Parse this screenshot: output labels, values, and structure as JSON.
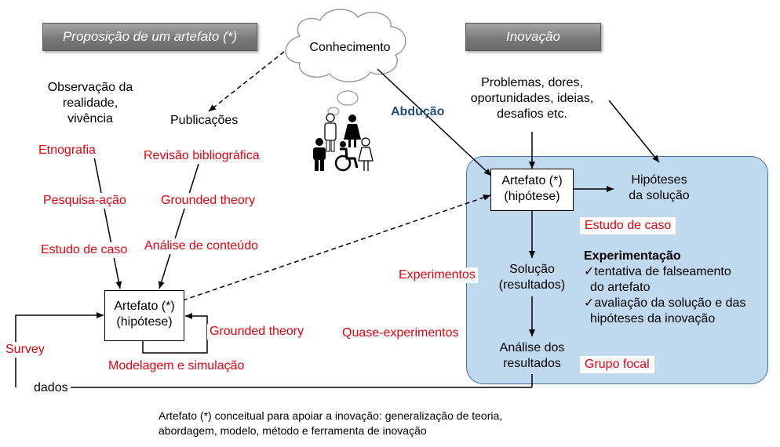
{
  "banners": {
    "left": "Proposição de um artefato (*)",
    "right": "Inovação"
  },
  "cloud": {
    "label": "Conhecimento"
  },
  "people_icon": "people-diversity-icon",
  "left": {
    "observation": [
      "Observação da",
      "realidade,",
      "vivência"
    ],
    "publications": "Publicações",
    "methods_obs": [
      "Etnografia",
      "Pesquisa-ação",
      "Estudo de caso"
    ],
    "methods_pub": [
      "Revisão bibliográfica",
      "Grounded theory",
      "Análise de conteúdo"
    ],
    "artifact": [
      "Artefato (*)",
      "(hipótese)"
    ],
    "survey": "Survey",
    "grounded_right": "Grounded theory",
    "modeling": "Modelagem e simulação",
    "dados": "dados"
  },
  "center": {
    "abduction": "Abdução",
    "experiments": "Experimentos",
    "quasi": "Quase-experimentos"
  },
  "right": {
    "problems": [
      "Problemas, dores,",
      "oportunidades, ideias,",
      "desafios etc."
    ],
    "artifact": [
      "Artefato (*)",
      "(hipótese)"
    ],
    "hypotheses": [
      "Hipóteses",
      "da solução"
    ],
    "case_study": "Estudo de caso",
    "solution": [
      "Solução",
      "(resultados)"
    ],
    "analysis": [
      "Análise dos",
      "resultados"
    ],
    "focus_group": "Grupo focal",
    "experimentation": {
      "title": "Experimentação",
      "items": [
        "✓tentativa de falseamento",
        "do artefato",
        "✓avaliação da solução e das",
        "hipóteses da inovação"
      ]
    }
  },
  "footnote": [
    "Artefato (*) conceitual para apoiar a inovação: generalização de teoria,",
    "abordagem, modelo, método e ferramenta de inovação"
  ]
}
